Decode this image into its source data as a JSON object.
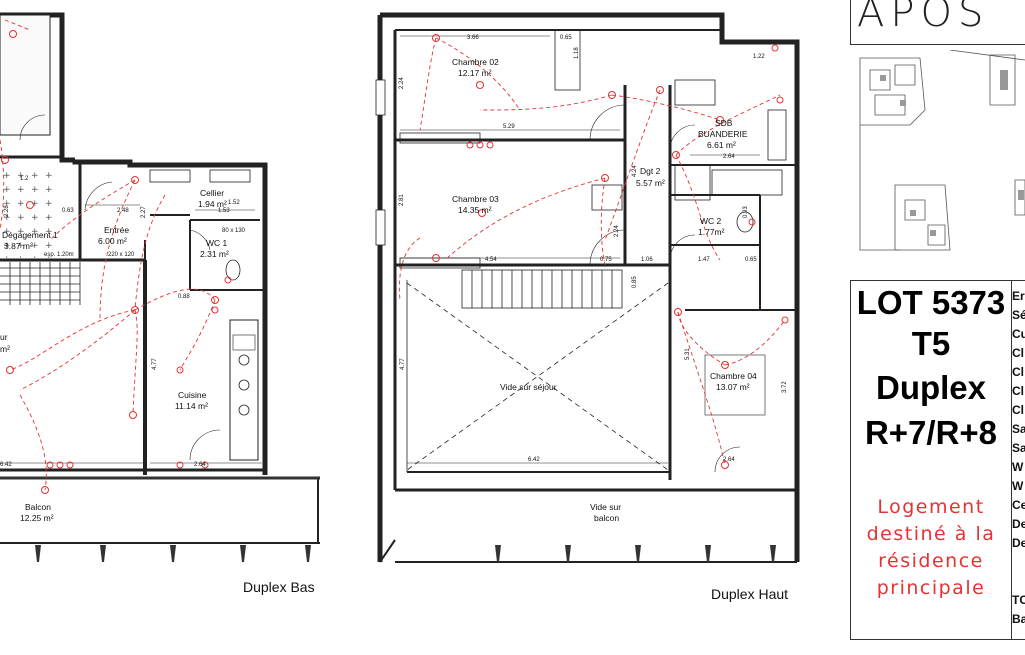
{
  "plans": {
    "duplex_bas": {
      "label": "Duplex Bas",
      "rooms": {
        "degagement": {
          "name": "Dégagement 1",
          "area": "3.87 m²"
        },
        "entree": {
          "name": "Entrée",
          "area": "6.00 m²"
        },
        "cellier": {
          "name": "Cellier",
          "area": "1.94 m²"
        },
        "wc1": {
          "name": "WC 1",
          "area": "2.31 m²"
        },
        "cuisine": {
          "name": "Cuisine",
          "area": "11.14 m²"
        },
        "balcon": {
          "name": "Balcon",
          "area": "12.25 m²"
        },
        "sejour_partial": {
          "name": "ur",
          "area": "m²"
        }
      },
      "notes": {
        "stair_note": "esp. 1.20m",
        "mat_note": "220 x 120",
        "wc_note": "80 x 130"
      },
      "dims": [
        "2.48",
        "2.27",
        "1.53",
        "1.52",
        "0.88",
        "4.77",
        "2.64",
        "6.42",
        "0.63",
        "2.28",
        "1.2"
      ]
    },
    "duplex_haut": {
      "label": "Duplex Haut",
      "rooms": {
        "chambre02": {
          "name": "Chambre 02",
          "area": "12.17 m²"
        },
        "chambre03": {
          "name": "Chambre 03",
          "area": "14.35 m²"
        },
        "chambre04": {
          "name": "Chambre 04",
          "area": "13.07 m²"
        },
        "sdb": {
          "name1": "SDB",
          "name2": "BUANDERIE",
          "area": "6.61 m²"
        },
        "dgt2": {
          "name": "Dgt 2",
          "area": "5.57 m²"
        },
        "wc2": {
          "name": "WC 2",
          "area": "1.77m²"
        },
        "vide_sejour": {
          "name": "Vide sur séjour"
        },
        "vide_balcon": {
          "name1": "Vide sur",
          "name2": "balcon"
        }
      },
      "dims": [
        "3.66",
        "0.65",
        "1.18",
        "1.22",
        "5.29",
        "2.64",
        "4.54",
        "0.75",
        "1.06",
        "1.47",
        "0.65",
        "0.85",
        "5.31",
        "3.72",
        "4.77",
        "6.42",
        "2.64",
        "2.81",
        "0.93",
        "2.24",
        "4.24",
        "2.24"
      ]
    }
  },
  "brand": {
    "text": "APOS"
  },
  "lot": {
    "line1": "LOT 5373",
    "line2": "T5",
    "line3": "Duplex",
    "line4": "R+7/R+8",
    "notice": [
      "Logement",
      "destiné à la",
      "résidence",
      "principale"
    ]
  },
  "sidebar_fragments": [
    "Er",
    "Sé",
    "Cu",
    "Cl",
    "Cl",
    "Cl",
    "Cl",
    "Sa",
    "Sa",
    "W",
    "W",
    "Ce",
    "De",
    "De",
    "",
    "",
    "TC",
    "Ba"
  ],
  "colors": {
    "electrical": "#e53333",
    "walls": "#222222",
    "text": "#111111"
  }
}
